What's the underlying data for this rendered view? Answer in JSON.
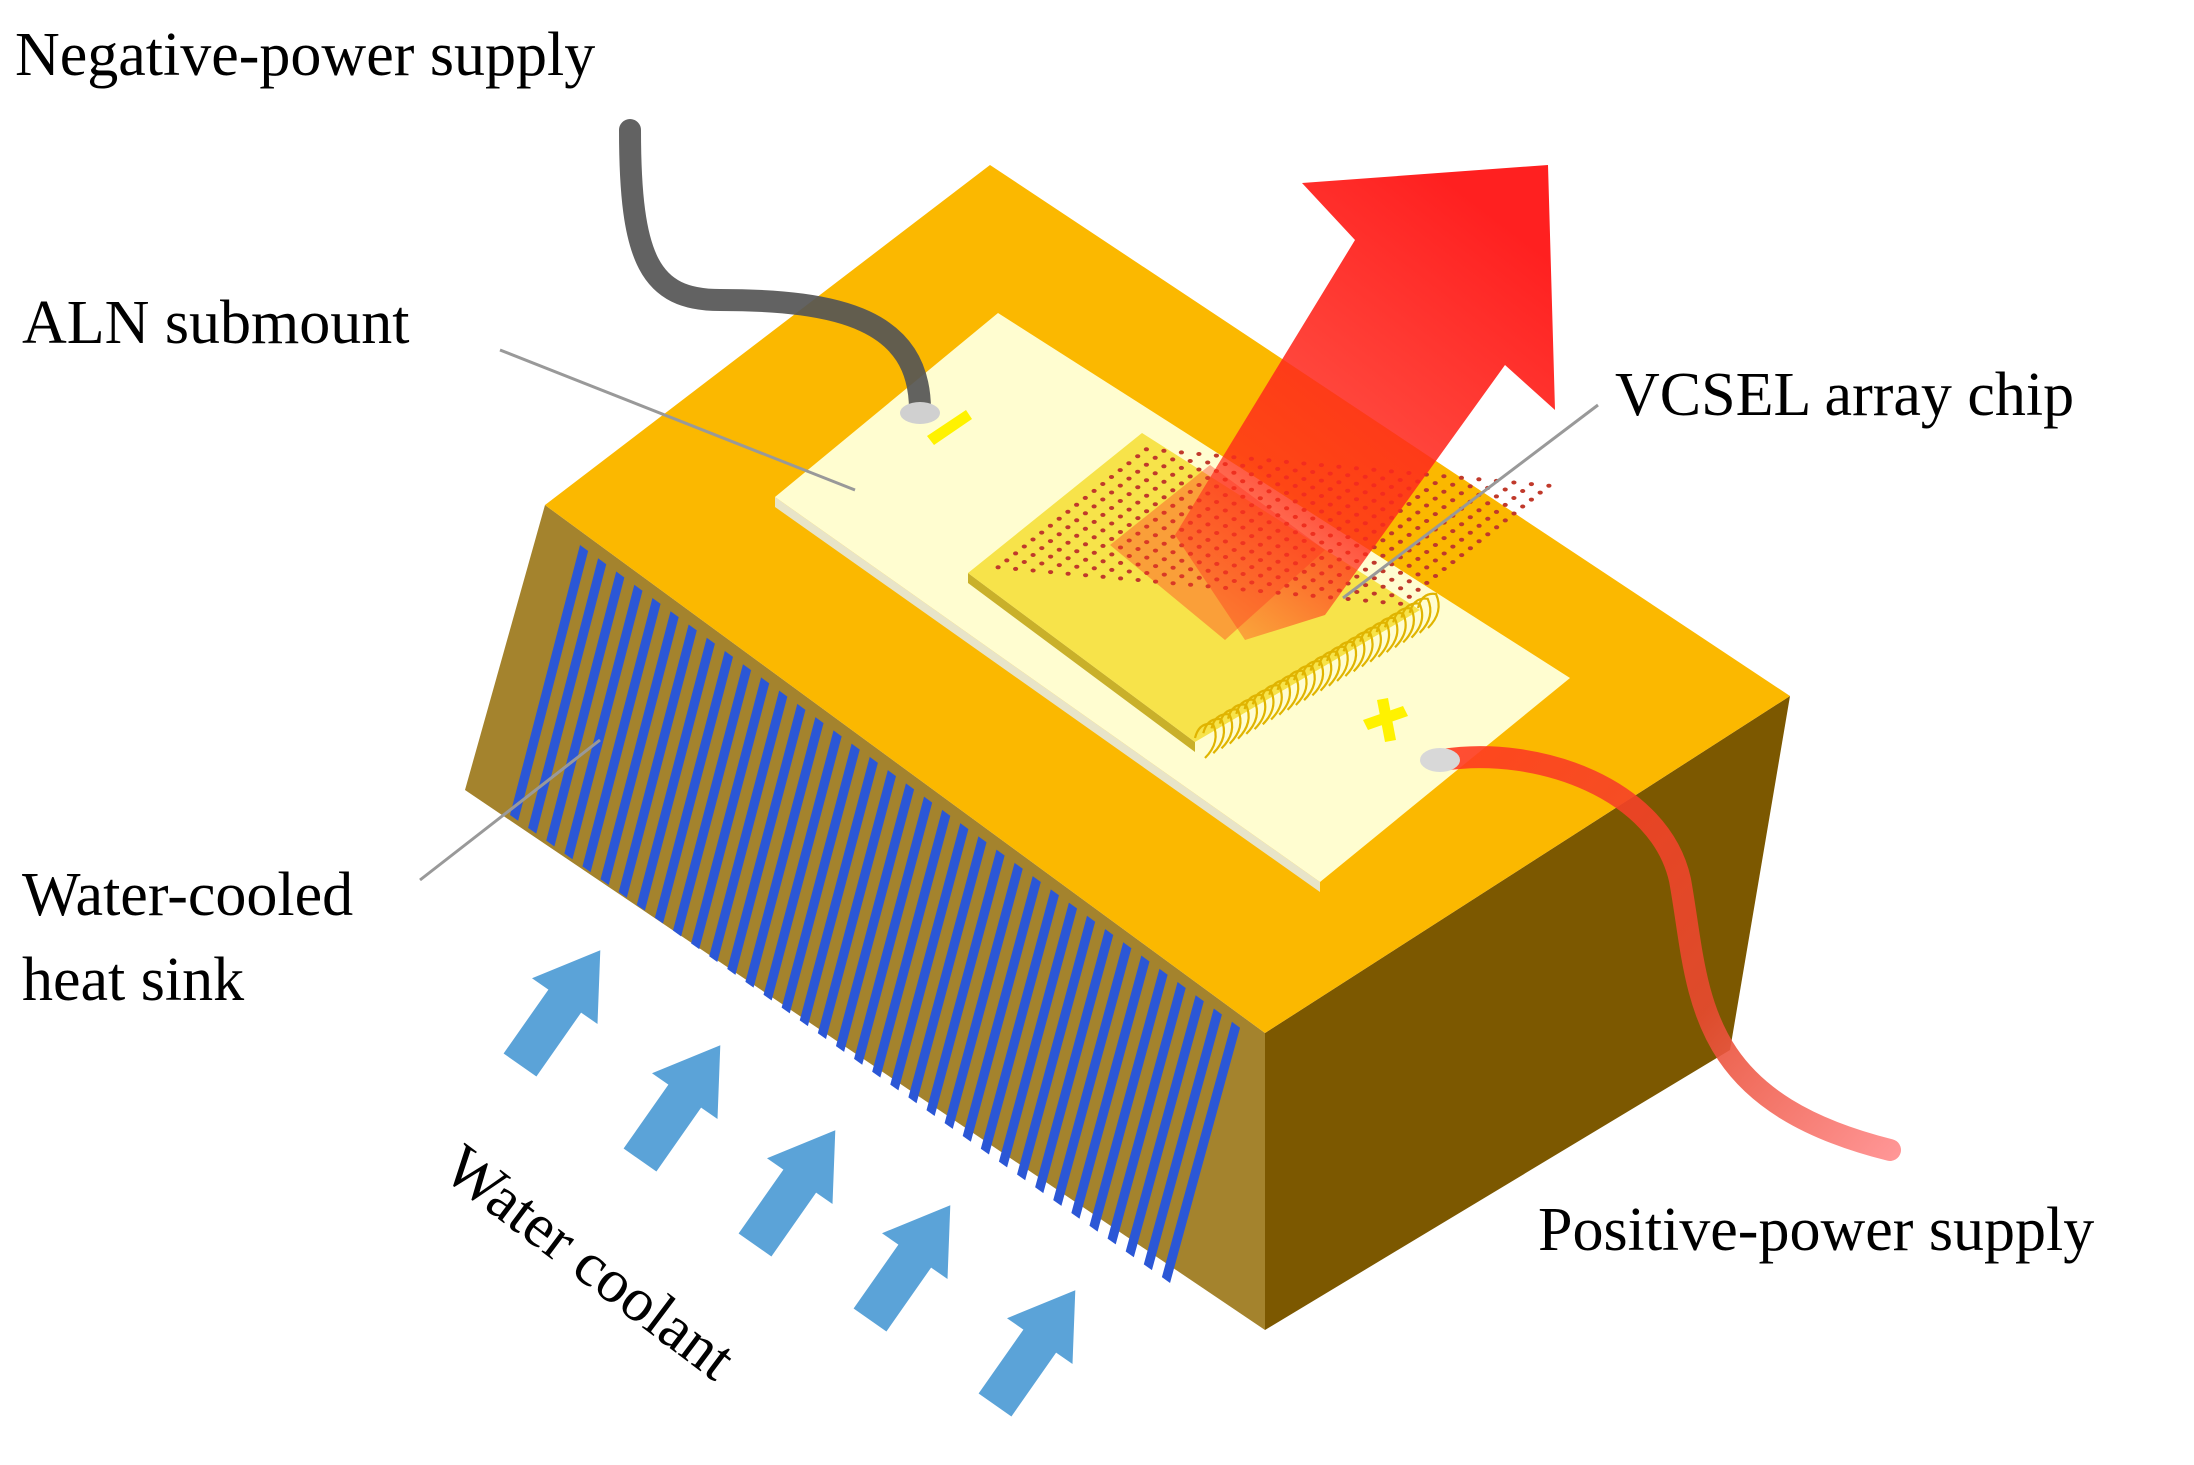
{
  "labels": {
    "negative_supply": "Negative-power supply",
    "aln_submount": "ALN  submount",
    "vcsel_chip": "VCSEL array chip",
    "heat_sink_line1": "Water-cooled",
    "heat_sink_line2": "heat  sink",
    "positive_supply": "Positive-power supply",
    "water_coolant": "Water coolant"
  },
  "symbols": {
    "negative": "−",
    "positive": "+"
  },
  "colors": {
    "heat_sink_top": "#FBB800",
    "heat_sink_left_face": "#A4832D",
    "heat_sink_right_face": "#7C5800",
    "coolant_channels": "#2B57D6",
    "submount": "#FFFDD0",
    "chip": "#F7E34A",
    "emitters": "#C0392B",
    "laser_beam": "#FF2020",
    "negative_wire": "#555555",
    "positive_wire": "#FF4B3A",
    "coolant_arrows": "#5BA3D8",
    "polarity_marks": "#FFF200"
  },
  "icons": {
    "laser_output": "red-arrow-icon",
    "coolant_flow": "blue-arrow-icon"
  }
}
